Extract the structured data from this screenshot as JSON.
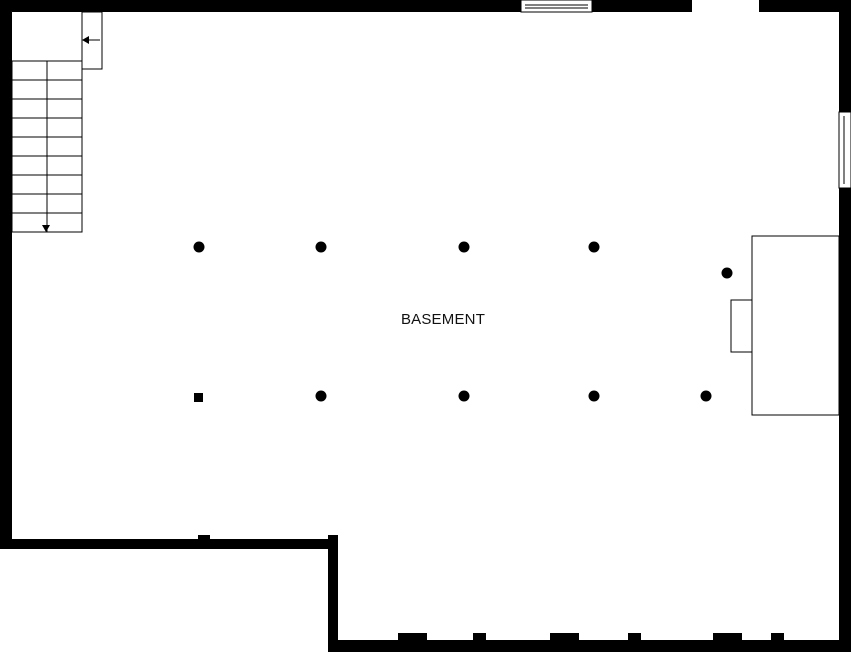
{
  "floorplan": {
    "room_label": "BASEMENT",
    "colors": {
      "wall": "#000000",
      "background": "#ffffff",
      "line": "#000000"
    },
    "columns": {
      "round_count": 9,
      "square_count": 1
    },
    "stair": {
      "treads": 9,
      "direction": "down"
    },
    "icons": [
      "stair-arrow-down-icon",
      "stair-arrow-left-icon"
    ]
  }
}
